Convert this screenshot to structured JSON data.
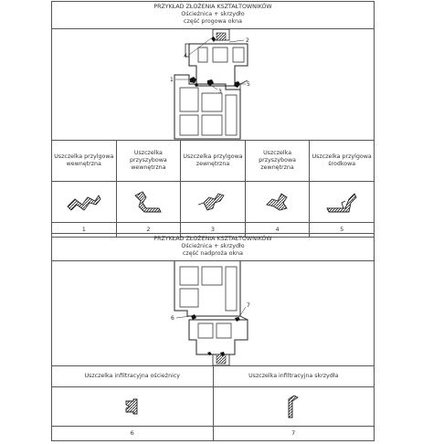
{
  "table1": {
    "title": "PRZYKŁAD ZŁOŻENIA KSZTAŁTOWNIKÓW",
    "subtitle": "Ościeżnica + skrzydło",
    "part": "część progowa okna",
    "callouts": [
      "4",
      "1",
      "3",
      "2",
      "5"
    ],
    "seals": [
      {
        "label": "Uszczelka przylgowa wewnętrzna",
        "number": "1",
        "icon": "inner-rebate-seal-icon"
      },
      {
        "label": "Uszczelka przyszybowa wewnętrzna",
        "number": "2",
        "icon": "inner-glazing-seal-icon"
      },
      {
        "label": "Uszczelka przylgowa zewnętrzna",
        "number": "3",
        "icon": "outer-rebate-seal-icon"
      },
      {
        "label": "Uszczelka przyszybowa zewnętrzna",
        "number": "4",
        "icon": "outer-glazing-seal-icon"
      },
      {
        "label": "Uszczelka przylgowa środkowa",
        "number": "5",
        "icon": "middle-rebate-seal-icon"
      }
    ]
  },
  "table2": {
    "title": "PRZYKŁAD ZŁOŻENIA KSZTAŁTOWNIKÓW",
    "subtitle": "Ościeżnica + skrzydło",
    "part": "część nadproża okna",
    "callouts": [
      "6",
      "7"
    ],
    "seals": [
      {
        "label": "Uszczelka infiltracyjna ościeżnicy",
        "number": "6",
        "icon": "frame-infiltration-seal-icon"
      },
      {
        "label": "Uszczelka infiltracyjna skrzydła",
        "number": "7",
        "icon": "sash-infiltration-seal-icon"
      }
    ]
  }
}
